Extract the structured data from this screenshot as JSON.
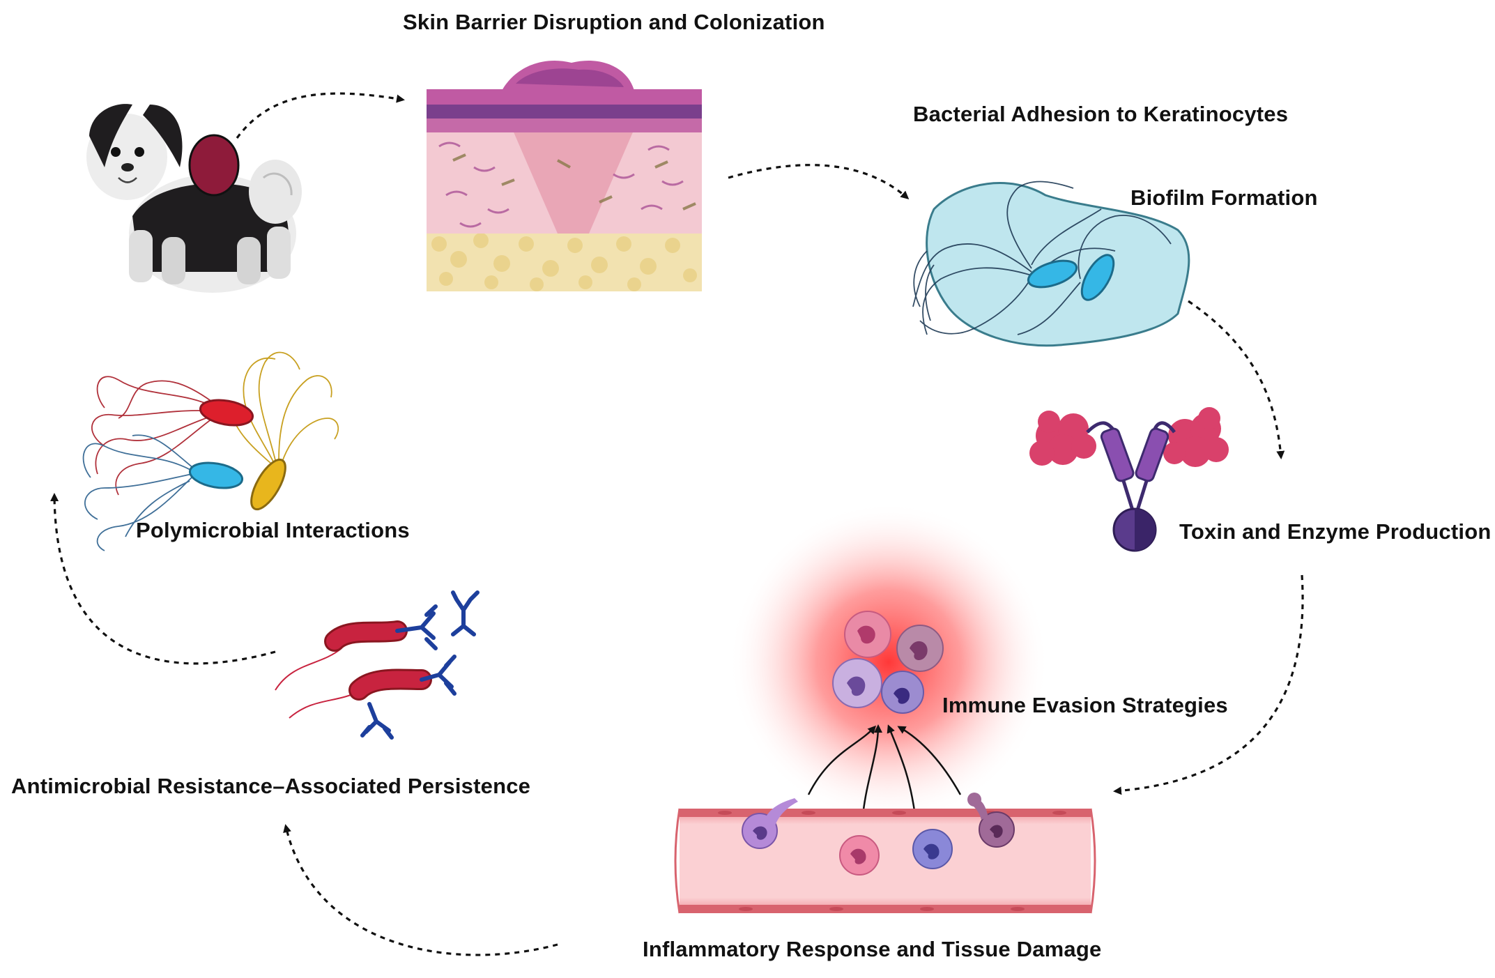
{
  "labels": {
    "skin_barrier": "Skin Barrier Disruption and Colonization",
    "adhesion": "Bacterial Adhesion to Keratinocytes",
    "biofilm": "Biofilm Formation",
    "polymicrobial": "Polymicrobial Interactions",
    "toxin": "Toxin and Enzyme Production",
    "immune": "Immune Evasion Strategies",
    "amr": "Antimicrobial Resistance–Associated Persistence",
    "inflammatory": "Inflammatory Response and Tissue Damage"
  },
  "colors": {
    "dog_black": "#1f1d1f",
    "lesion": "#8e1b3a",
    "epidermis": "#a85aa0",
    "dermis": "#f3c9d2",
    "fat": "#f2e2b0",
    "biofilm": "#bfe6ee",
    "bacteria_cyan": "#35b7e6",
    "bacteria_red": "#c8233f",
    "bacteria_yellow": "#e8b61d",
    "toxin_pink": "#d9416b",
    "toxin_purple": "#5a3b8c",
    "antibody_blue": "#1d3f9c",
    "inflammation": "#ff4a4a",
    "vessel": "#f7b4b8",
    "arrow": "#111111"
  },
  "icons": [
    "dog-illustration",
    "skin-cross-section",
    "biofilm-cell",
    "toxin-enzyme",
    "mixed-bacteria",
    "bacteria-antibodies",
    "immune-cells",
    "blood-vessel"
  ]
}
